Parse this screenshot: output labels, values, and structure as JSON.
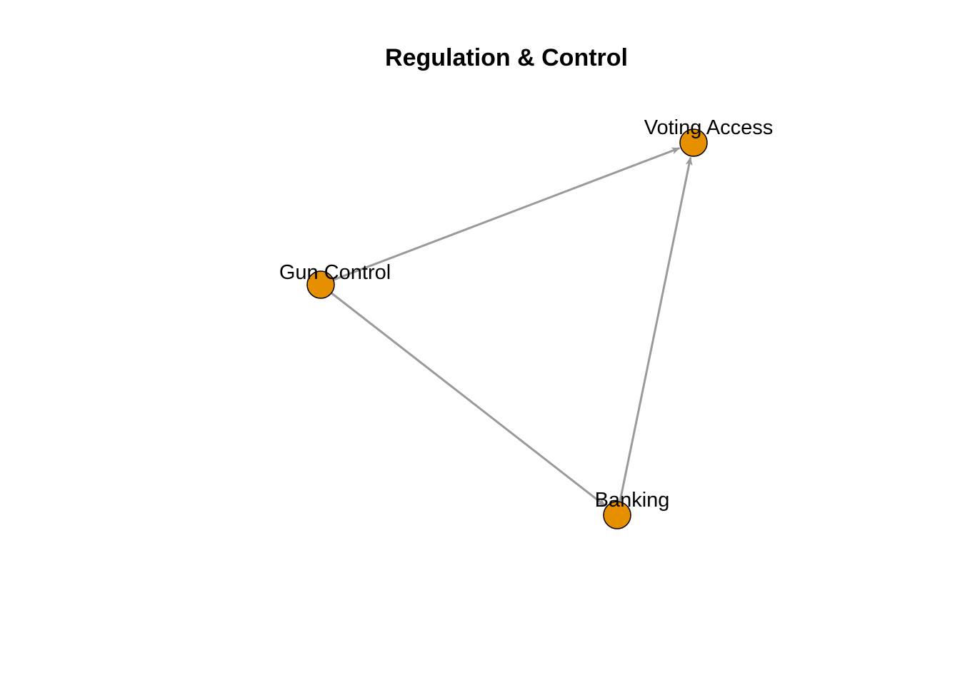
{
  "title": "Regulation & Control",
  "colors": {
    "node_fill": "#E69000",
    "node_stroke": "#000000",
    "edge": "#9A9A9A",
    "background": "#FFFFFF"
  },
  "nodes": [
    {
      "id": "gun-control",
      "label": "Gun Control"
    },
    {
      "id": "voting-access",
      "label": "Voting Access"
    },
    {
      "id": "banking",
      "label": "Banking"
    }
  ],
  "edges": [
    {
      "from": "gun-control",
      "to": "voting-access"
    },
    {
      "from": "gun-control",
      "to": "banking"
    },
    {
      "from": "banking",
      "to": "voting-access"
    }
  ]
}
